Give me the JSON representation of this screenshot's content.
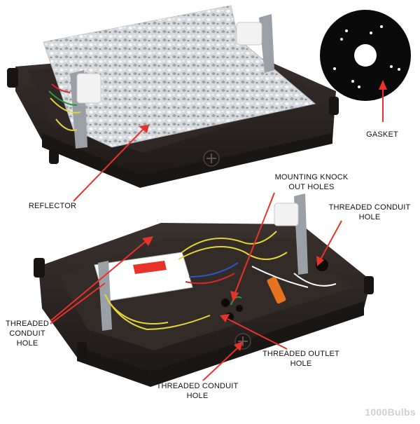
{
  "labels": {
    "gasket": "GASKET",
    "reflector": "REFLECTOR",
    "mounting_knockout_line1": "MOUNTING KNOCK",
    "mounting_knockout_line2": "OUT HOLES",
    "threaded_conduit_right_line1": "THREADED CONDUIT",
    "threaded_conduit_right_line2": "HOLE",
    "threaded_conduit_left_line1": "THREADED",
    "threaded_conduit_left_line2": "CONDUIT",
    "threaded_conduit_left_line3": "HOLE",
    "threaded_outlet_line1": "THREADED OUTLET",
    "threaded_outlet_line2": "HOLE",
    "threaded_conduit_bottom_line1": "THREADED CONDUIT",
    "threaded_conduit_bottom_line2": "HOLE"
  },
  "watermark": "1000Bulbs",
  "colors": {
    "arrow": "#e8322b",
    "housing": "#2a2422",
    "reflector": "#c9ccd0",
    "gasket": "#0a0a0a"
  }
}
